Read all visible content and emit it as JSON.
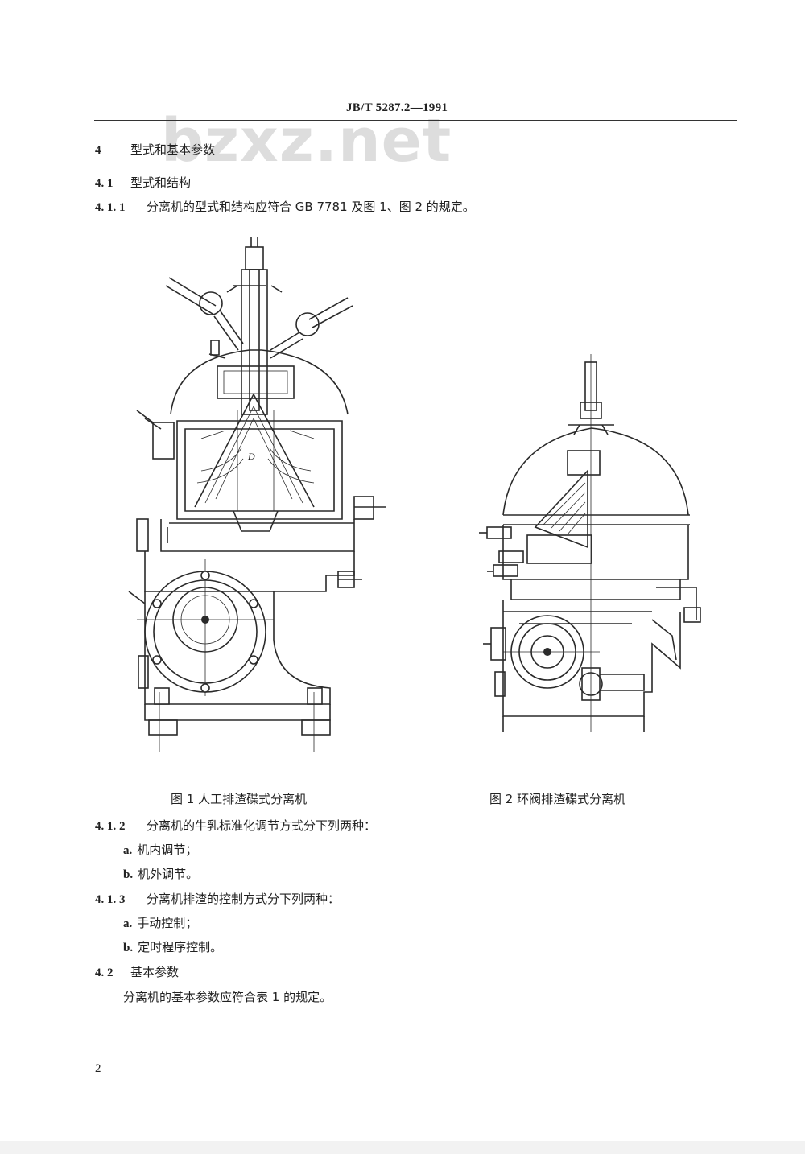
{
  "header": {
    "standard_code": "JB/T  5287.2—1991"
  },
  "watermark": {
    "text": "bzxz.net"
  },
  "sections": [
    {
      "num": "4",
      "text": "型式和基本参数"
    },
    {
      "num": "4. 1",
      "text": "型式和结构"
    },
    {
      "num": "4. 1. 1",
      "text": "分离机的型式和结构应符合 GB 7781 及图 1、图 2 的规定。"
    }
  ],
  "figure1": {
    "caption": "图  1    人工排渣碟式分离机",
    "inner_label": "D"
  },
  "figure2": {
    "caption": "图  2    环阀排渣碟式分离机"
  },
  "clause_412": {
    "num": "4. 1. 2",
    "text": "分离机的牛乳标准化调节方式分下列两种：",
    "items": [
      {
        "mark": "a.",
        "text": "机内调节；"
      },
      {
        "mark": "b.",
        "text": "机外调节。"
      }
    ]
  },
  "clause_413": {
    "num": "4. 1. 3",
    "text": "分离机排渣的控制方式分下列两种：",
    "items": [
      {
        "mark": "a.",
        "text": "手动控制；"
      },
      {
        "mark": "b.",
        "text": "定时程序控制。"
      }
    ]
  },
  "clause_42": {
    "num": "4. 2",
    "text": "基本参数",
    "body": "分离机的基本参数应符合表 1 的规定。"
  },
  "page_number": "2"
}
